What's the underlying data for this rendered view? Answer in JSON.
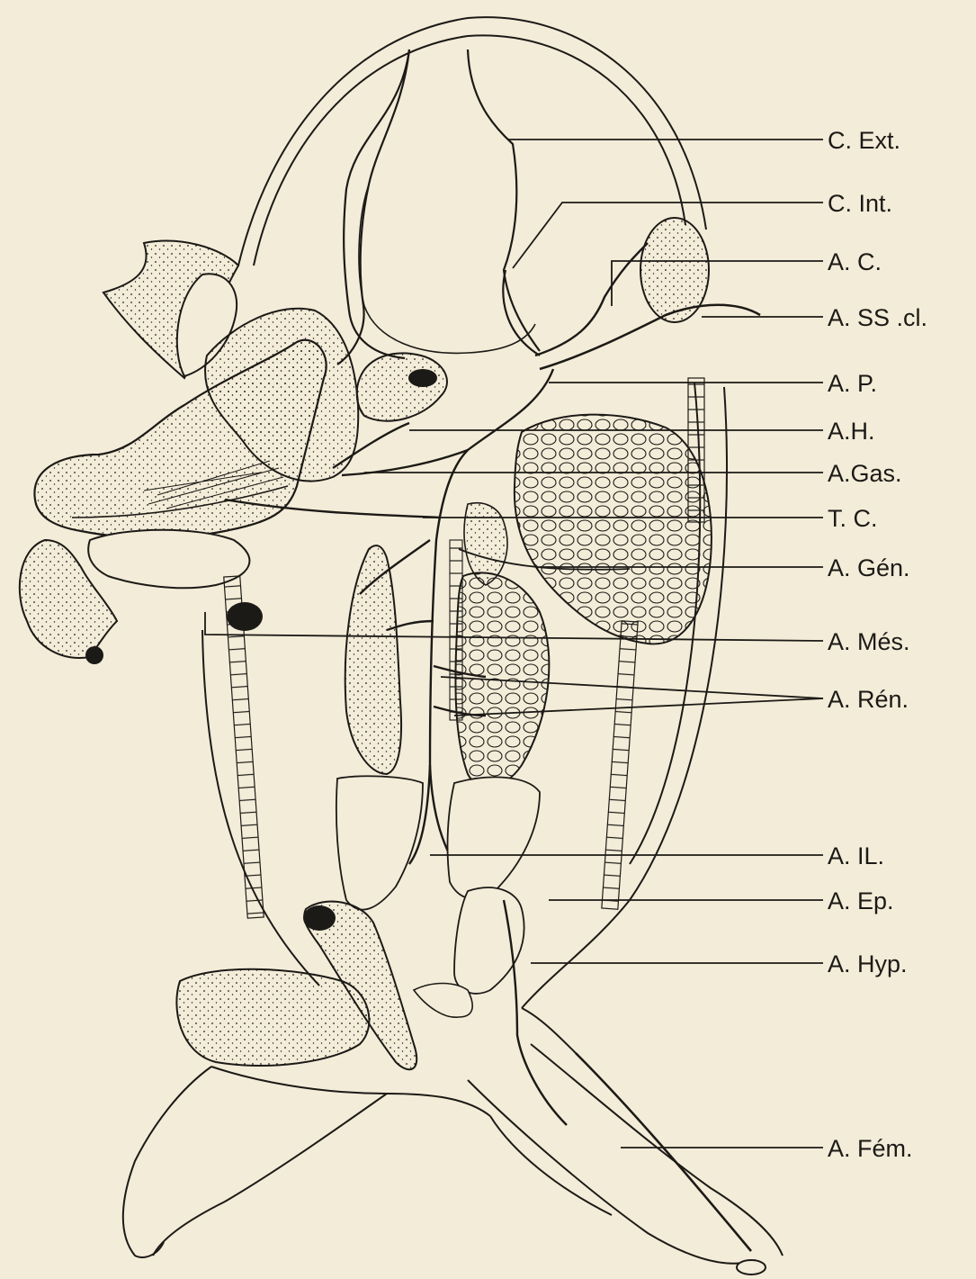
{
  "diagram": {
    "colors": {
      "paper": "#f3ecd8",
      "ink": "#1c1a17"
    },
    "labels": [
      {
        "id": "c-ext",
        "text": "C. Ext."
      },
      {
        "id": "c-int",
        "text": "C. Int."
      },
      {
        "id": "a-c",
        "text": "A. C."
      },
      {
        "id": "a-ss-cl",
        "text": "A. SS .cl."
      },
      {
        "id": "a-p",
        "text": "A. P."
      },
      {
        "id": "a-h",
        "text": "A.H."
      },
      {
        "id": "a-gas",
        "text": "A.Gas."
      },
      {
        "id": "t-c",
        "text": "T. C."
      },
      {
        "id": "a-gen",
        "text": "A. Gén."
      },
      {
        "id": "a-mes",
        "text": "A. Més."
      },
      {
        "id": "a-ren",
        "text": "A. Rén."
      },
      {
        "id": "a-il",
        "text": "A. IL."
      },
      {
        "id": "a-ep",
        "text": "A. Ep."
      },
      {
        "id": "a-hyp",
        "text": "A. Hyp."
      },
      {
        "id": "a-fem",
        "text": "A. Fém."
      }
    ]
  }
}
